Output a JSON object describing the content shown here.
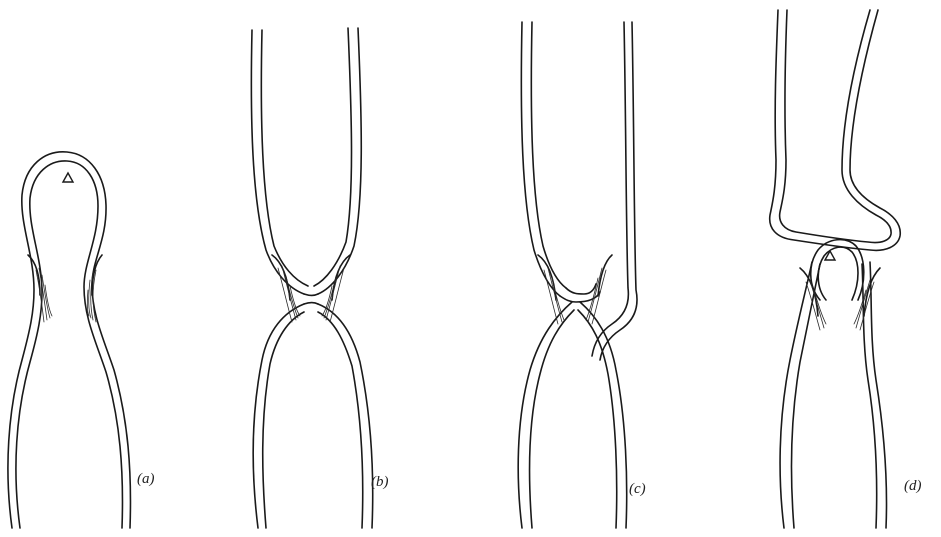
{
  "figure": {
    "panels": [
      {
        "label": "(a)",
        "marker": "triangle-marker"
      },
      {
        "label": "(b)"
      },
      {
        "label": "(c)"
      },
      {
        "label": "(d)",
        "marker": "triangle-marker"
      }
    ]
  },
  "colors": {
    "line": "#1a1a1a",
    "background": "#ffffff"
  }
}
